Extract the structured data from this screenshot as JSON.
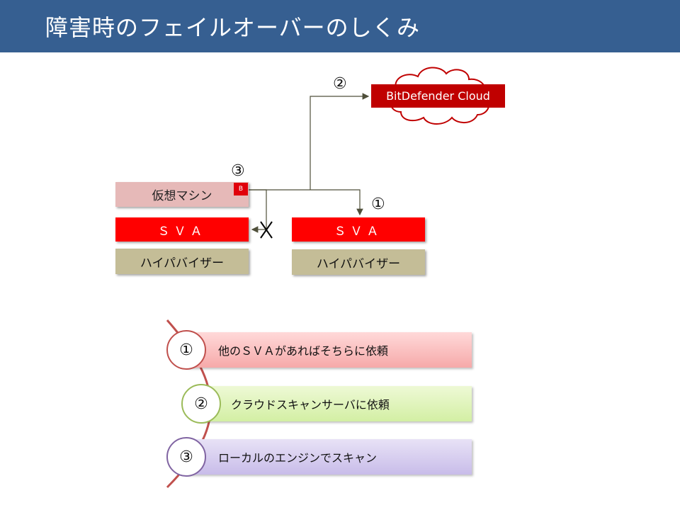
{
  "header": {
    "title": "障害時のフェイルオーバーのしくみ",
    "background": "#365f91"
  },
  "diagram": {
    "vm_label": "仮想マシン",
    "vm_badge": "B",
    "sva_left": "ＳＶＡ",
    "sva_right": "ＳＶＡ",
    "hypervisor_left": "ハイパバイザー",
    "hypervisor_right": "ハイパバイザー",
    "cloud_label": "BitDefender Cloud",
    "marker_1": "①",
    "marker_2": "②",
    "marker_3": "③",
    "failure_mark": "X"
  },
  "steps": [
    {
      "num": "①",
      "text": "他のＳＶＡがあればそちらに依頼",
      "color": "#c0504d"
    },
    {
      "num": "②",
      "text": "クラウドスキャンサーバに依頼",
      "color": "#9bbb59"
    },
    {
      "num": "③",
      "text": "ローカルのエンジンでスキャン",
      "color": "#8064a2"
    }
  ]
}
